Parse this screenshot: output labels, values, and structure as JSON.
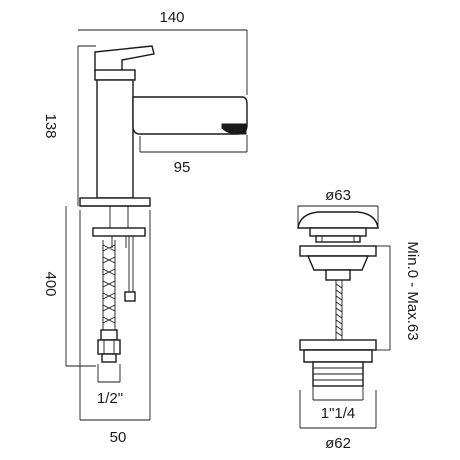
{
  "faucet": {
    "width_total": "140",
    "height_above_deck": "138",
    "spout_reach": "95",
    "hose_length": "400",
    "connection_size": "1/2\"",
    "base_diameter": "50"
  },
  "waste": {
    "top_diameter": "ø63",
    "adjustment_range": "Min.0 - Max.63",
    "thread_size": "1\"1/4",
    "bottom_diameter": "ø62"
  }
}
